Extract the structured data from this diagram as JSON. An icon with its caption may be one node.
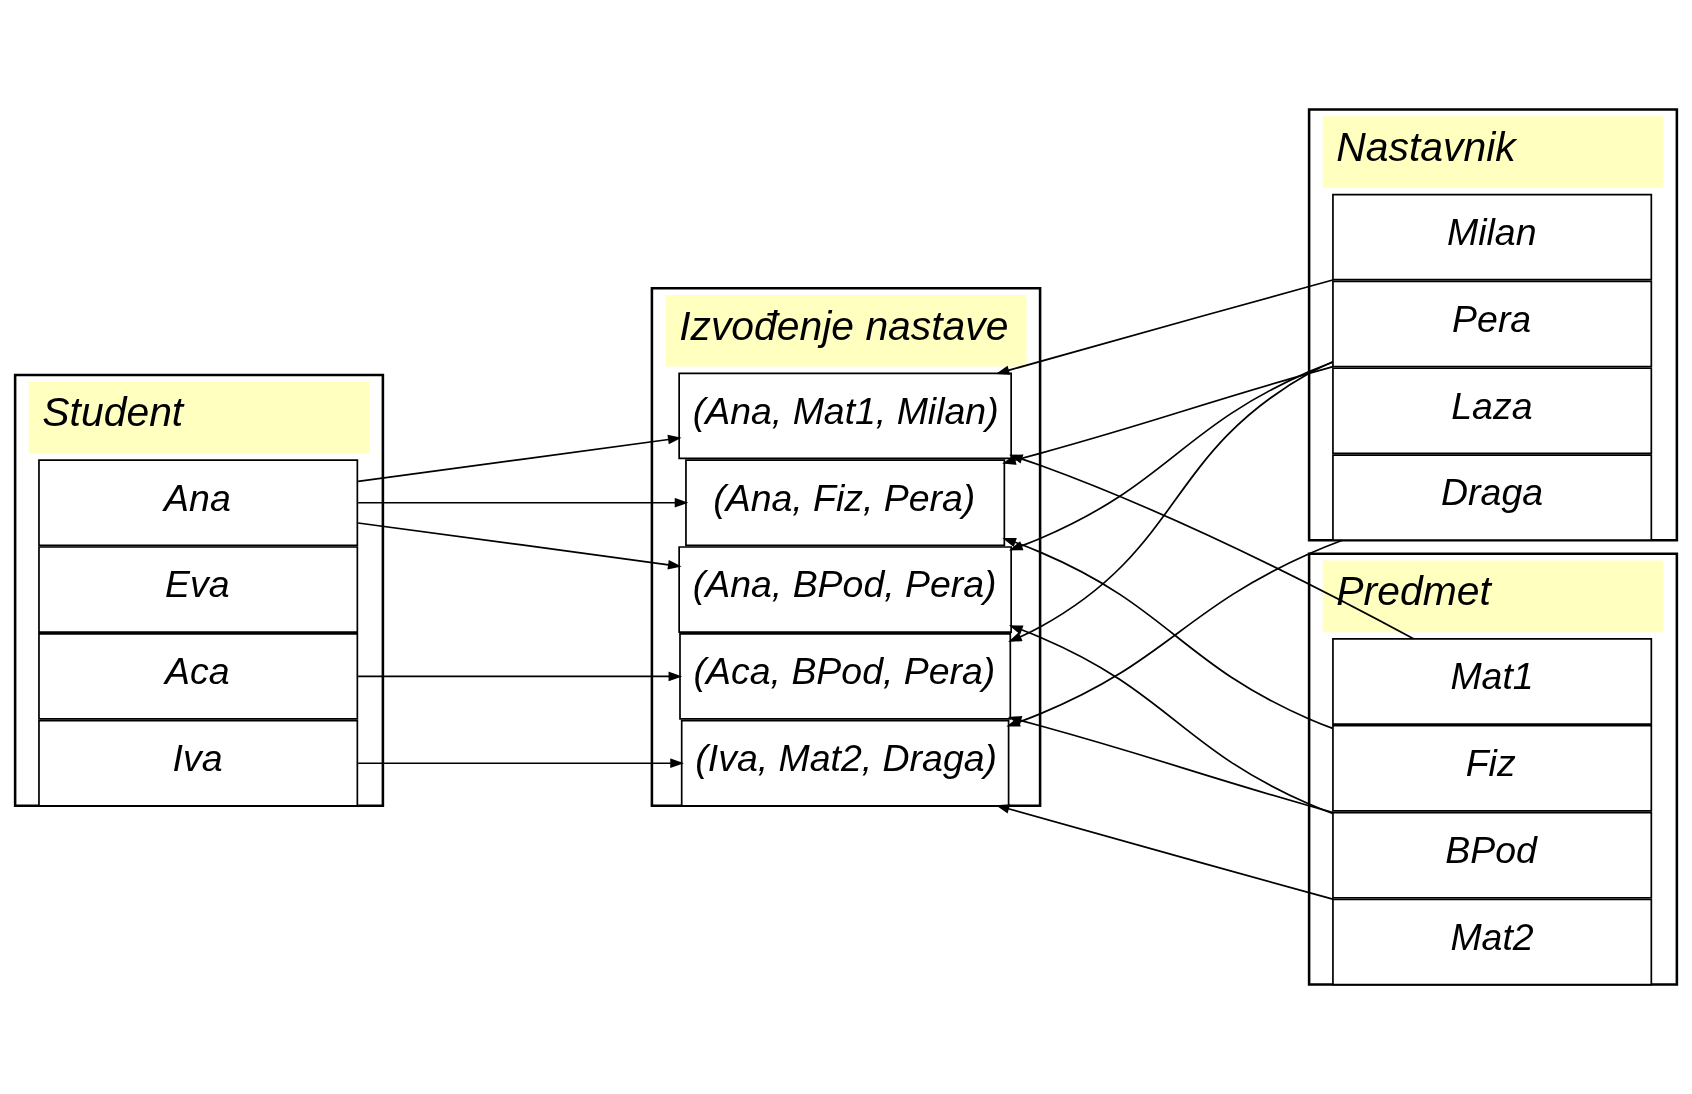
{
  "diagram": {
    "nodes": [
      {
        "text": [
          "Student"
        ]
      },
      {
        "text": [
          "Ana"
        ],
        "in": 0
      },
      {
        "text": [
          "Aca"
        ],
        "in": 0
      },
      {
        "text": [
          "Iva"
        ],
        "in": 0
      },
      {
        "text": [
          "Eva"
        ],
        "in": 0
      },
      {
        "text": [
          "Izvođenje nastave"
        ]
      },
      {
        "text": [
          "(Ana, BPod, Pera)"
        ],
        "in": 5
      },
      {
        "text": [
          "(Ana, Mat1, Milan)"
        ],
        "in": 5
      },
      {
        "text": [
          "(Aca, BPod, Pera)"
        ],
        "in": 5
      },
      {
        "text": [
          "(Ana, Fiz, Pera)"
        ],
        "in": 5
      },
      {
        "text": [
          "(Iva, Mat2, Draga)"
        ],
        "in": 5
      },
      {
        "text": [
          "Nastavnik"
        ]
      },
      {
        "text": [
          "Pera"
        ],
        "in": 11
      },
      {
        "text": [
          "Milan"
        ],
        "in": 11
      },
      {
        "text": [
          "Laza"
        ],
        "in": 11
      },
      {
        "text": [
          "Draga"
        ],
        "in": 11
      },
      {
        "text": [
          "Predmet"
        ]
      },
      {
        "text": [
          "Mat1"
        ],
        "in": 16
      },
      {
        "text": [
          "Mat2"
        ],
        "in": 16
      },
      {
        "text": [
          "BPod"
        ],
        "in": 16
      },
      {
        "text": [
          "Fiz"
        ],
        "in": 16
      }
    ],
    "edges": [
      {
        "from": 1,
        "to": 6,
        "arrow": "to"
      },
      {
        "from": 1,
        "to": 7,
        "arrow": "to"
      },
      {
        "from": 1,
        "to": 9,
        "arrow": "to"
      },
      {
        "from": 2,
        "to": 8,
        "arrow": "to"
      },
      {
        "from": 3,
        "to": 10,
        "arrow": "to"
      },
      {
        "from": 12,
        "to": 6,
        "arrow": "to"
      },
      {
        "from": 12,
        "to": 8,
        "arrow": "to"
      },
      {
        "from": 12,
        "to": 9,
        "arrow": "to"
      },
      {
        "from": 13,
        "to": 7,
        "arrow": "to"
      },
      {
        "from": 15,
        "to": 10,
        "arrow": "to"
      },
      {
        "from": 17,
        "to": 7,
        "arrow": "to"
      },
      {
        "from": 18,
        "to": 10,
        "arrow": "to"
      },
      {
        "from": 19,
        "to": 6,
        "arrow": "to"
      },
      {
        "from": 19,
        "to": 8,
        "arrow": "to"
      },
      {
        "from": 20,
        "to": 9,
        "arrow": "to"
      }
    ]
  }
}
